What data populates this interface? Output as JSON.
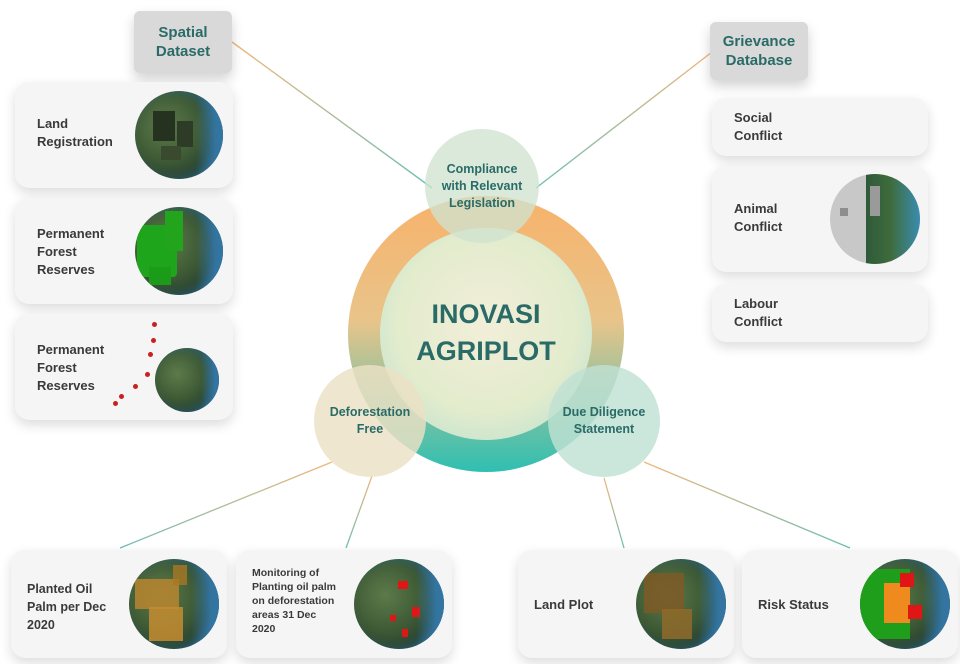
{
  "center": {
    "line1": "INOVASI",
    "line2": "AGRIPLOT"
  },
  "bubbles": {
    "compliance": [
      "Compliance",
      "with Relevant",
      "Legislation"
    ],
    "deforestation": [
      "Deforestation",
      "Free"
    ],
    "due_diligence": [
      "Due Diligence",
      "Statement"
    ]
  },
  "spatial": {
    "tag": [
      "Spatial",
      "Dataset"
    ],
    "cards": [
      {
        "label": [
          "Land",
          "Registration"
        ],
        "icon": "satellite-map-icon"
      },
      {
        "label": [
          "Permanent",
          "Forest",
          "Reserves"
        ],
        "icon": "forest-reserve-map-icon"
      },
      {
        "label": [
          "Permanent",
          "Forest",
          "Reserves"
        ],
        "icon": "forest-reserve-points-map-icon"
      }
    ]
  },
  "grievance": {
    "tag": [
      "Grievance",
      "Database"
    ],
    "cards": [
      {
        "label": [
          "Social",
          "Conflict"
        ]
      },
      {
        "label": [
          "Animal",
          "Conflict"
        ],
        "icon": "animal-conflict-map-icon"
      },
      {
        "label": [
          "Labour",
          "Conflict"
        ]
      }
    ]
  },
  "bottom": [
    {
      "label": [
        "Planted Oil",
        "Palm per Dec",
        "2020"
      ],
      "icon": "planted-palm-map-icon"
    },
    {
      "label": [
        "Monitoring of",
        "Planting oil palm",
        "on deforestation",
        "areas 31 Dec",
        "2020"
      ],
      "icon": "deforestation-monitoring-map-icon"
    },
    {
      "label": [
        "Land Plot"
      ],
      "icon": "land-plot-map-icon"
    },
    {
      "label": [
        "Risk Status"
      ],
      "icon": "risk-status-map-icon"
    }
  ],
  "colors": {
    "teal": "#2a6b68",
    "ring_top": "#f5b26b",
    "ring_bottom": "#33bdb0",
    "connector_orange": "#f0b77a",
    "connector_teal": "#6dbfb5"
  }
}
